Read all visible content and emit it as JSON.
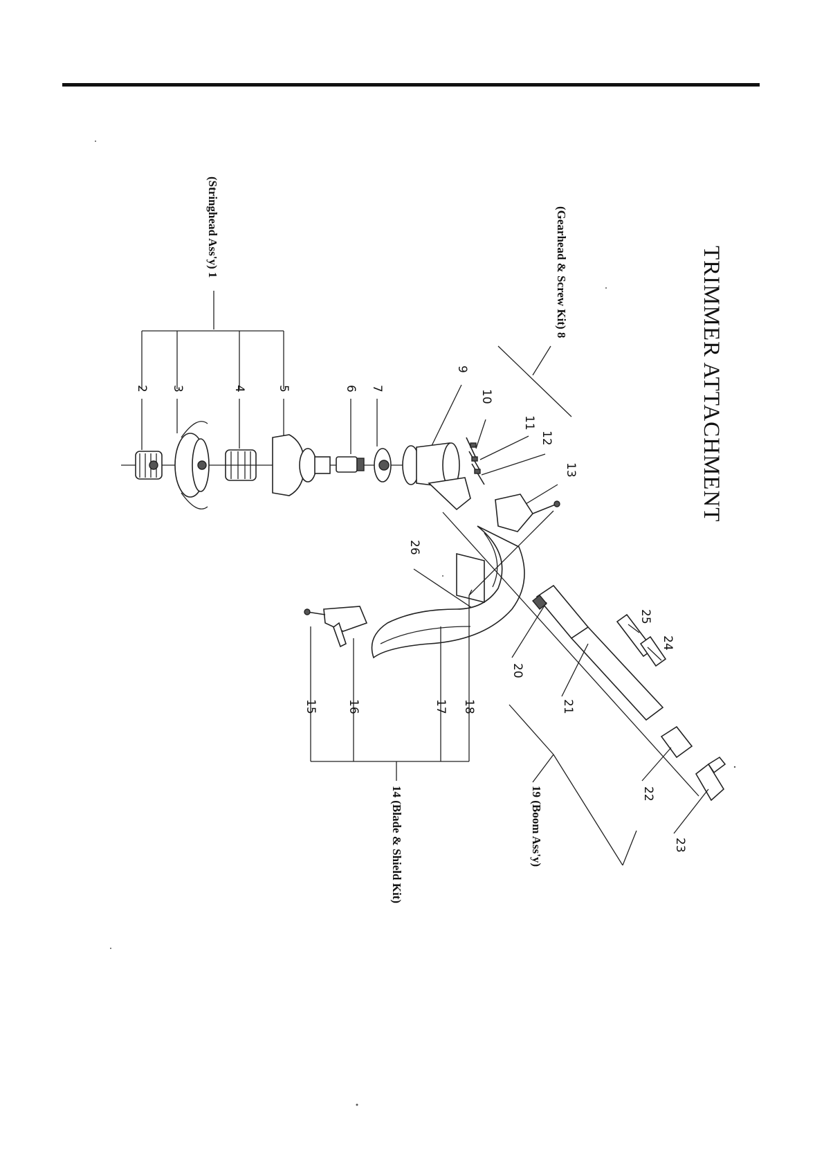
{
  "title": "TRIMMER ATTACHMENT",
  "assemblies": {
    "stringhead": "(Stringhead  Ass'y) 1",
    "gearhead": "(Gearhead & Screw Kit) 8",
    "blade_shield": "14  (Blade & Shield Kit)",
    "boom": "19  (Boom Ass'y)"
  },
  "parts": {
    "p2": "2",
    "p3": "3",
    "p4": "4",
    "p5": "5",
    "p6": "6",
    "p7": "7",
    "p9": "9",
    "p10": "10",
    "p11": "11",
    "p12": "12",
    "p13": "13",
    "p15": "15",
    "p16": "16",
    "p17": "17",
    "p18": "18",
    "p20": "20",
    "p21": "21",
    "p22": "22",
    "p23": "23",
    "p24": "24",
    "p25": "25",
    "p26": "26"
  },
  "colors": {
    "ink": "#111111",
    "paper": "#ffffff"
  }
}
